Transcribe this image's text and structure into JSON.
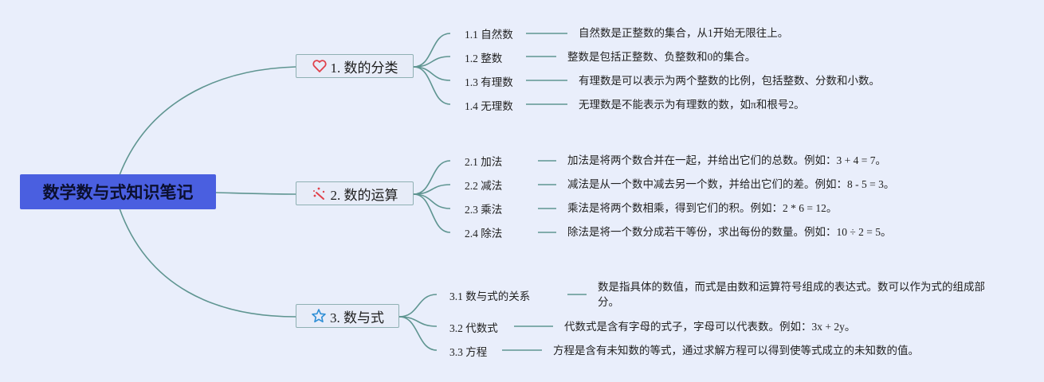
{
  "root": {
    "title": "数学数与式知识笔记"
  },
  "branches": [
    {
      "title": "1. 数的分类",
      "icon": "heart-icon",
      "leaves": [
        {
          "label": "1.1 自然数",
          "desc": "自然数是正整数的集合，从1开始无限往上。"
        },
        {
          "label": "1.2 整数",
          "desc": "整数是包括正整数、负整数和0的集合。"
        },
        {
          "label": "1.3 有理数",
          "desc": "有理数是可以表示为两个整数的比例，包括整数、分数和小数。"
        },
        {
          "label": "1.4 无理数",
          "desc": "无理数是不能表示为有理数的数，如π和根号2。"
        }
      ]
    },
    {
      "title": "2. 数的运算",
      "icon": "sparkle-wand-icon",
      "leaves": [
        {
          "label": "2.1 加法",
          "desc": "加法是将两个数合并在一起，并给出它们的总数。例如：3 + 4 = 7。"
        },
        {
          "label": "2.2 减法",
          "desc": "减法是从一个数中减去另一个数，并给出它们的差。例如：8 - 5 = 3。"
        },
        {
          "label": "2.3 乘法",
          "desc": "乘法是将两个数相乘，得到它们的积。例如：2 * 6 = 12。"
        },
        {
          "label": "2.4 除法",
          "desc": "除法是将一个数分成若干等份，求出每份的数量。例如：10 ÷ 2 = 5。"
        }
      ]
    },
    {
      "title": "3. 数与式",
      "icon": "star-icon",
      "leaves": [
        {
          "label": "3.1 数与式的关系",
          "desc": "数是指具体的数值，而式是由数和运算符号组成的表达式。数可以作为式的组成部分。"
        },
        {
          "label": "3.2 代数式",
          "desc": "代数式是含有字母的式子，字母可以代表数。例如：3x + 2y。"
        },
        {
          "label": "3.3 方程",
          "desc": "方程是含有未知数的等式，通过求解方程可以得到使等式成立的未知数的值。"
        }
      ]
    }
  ],
  "colors": {
    "background": "#e9eefb",
    "root_fill": "#4a5fe0",
    "connector": "#5f9591",
    "heart": "#e0414b",
    "wand": "#e0414b",
    "star": "#2f8fd6"
  }
}
